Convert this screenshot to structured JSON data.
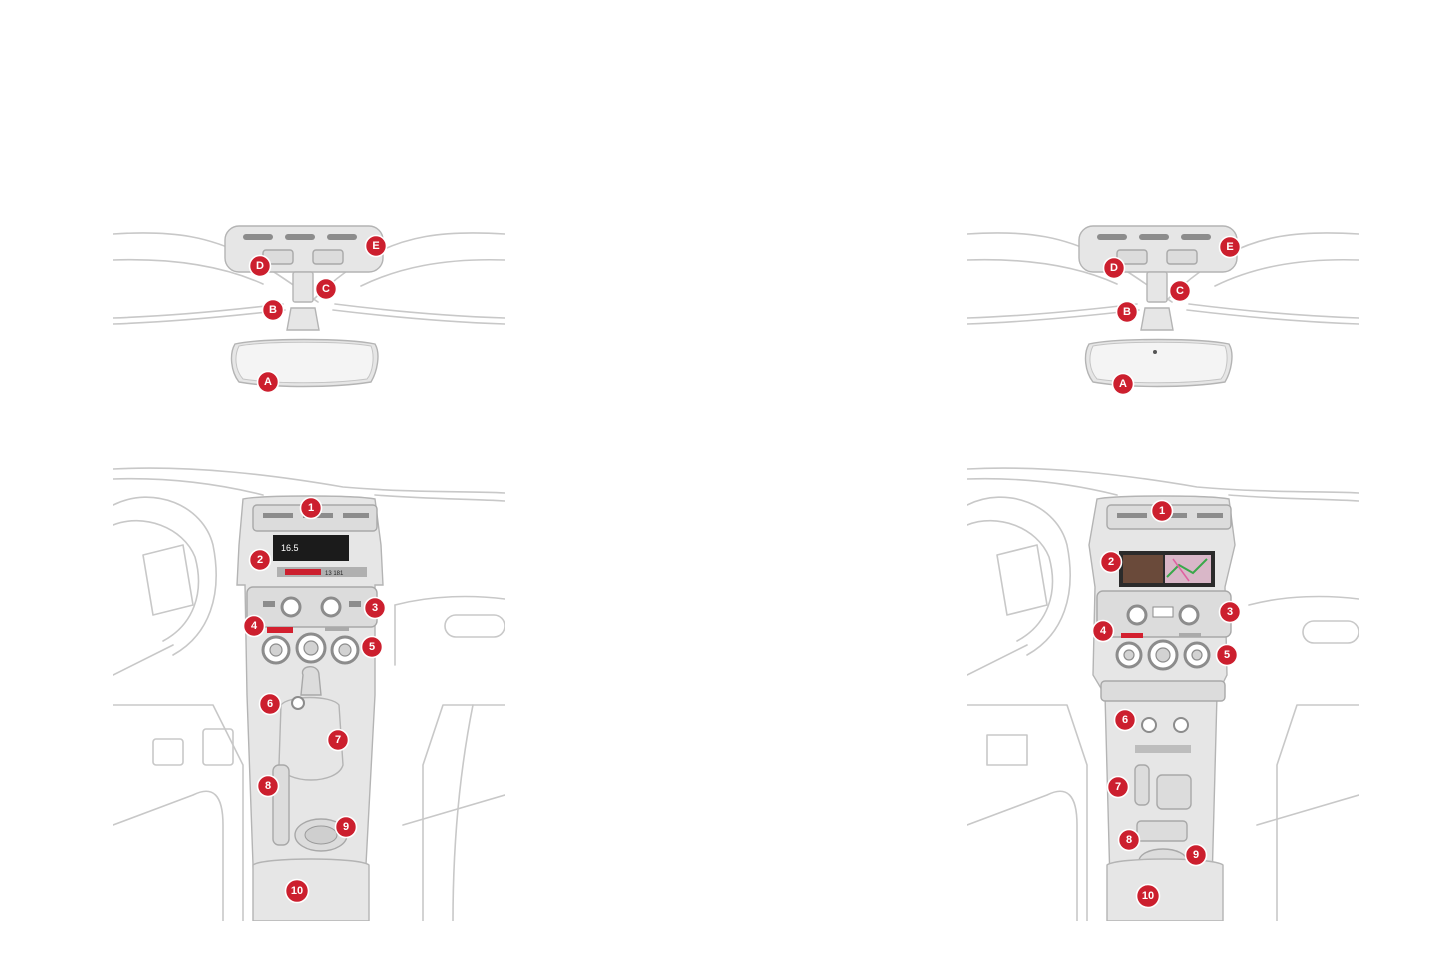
{
  "left": {
    "mirror_callouts": [
      "A",
      "B",
      "C",
      "D",
      "E"
    ],
    "console_callouts": [
      "1",
      "2",
      "3",
      "4",
      "5",
      "6",
      "7",
      "8",
      "9",
      "10"
    ],
    "screen_text": {
      "line1": "16.5",
      "line2": "13 181"
    }
  },
  "right": {
    "mirror_callouts": [
      "A",
      "B",
      "C",
      "D",
      "E"
    ],
    "console_callouts": [
      "1",
      "2",
      "3",
      "4",
      "5",
      "6",
      "7",
      "8",
      "9",
      "10"
    ]
  },
  "colors": {
    "callout": "#cc1f2e",
    "accent_red": "#d3202f",
    "line_gray": "#c8c8c8"
  }
}
